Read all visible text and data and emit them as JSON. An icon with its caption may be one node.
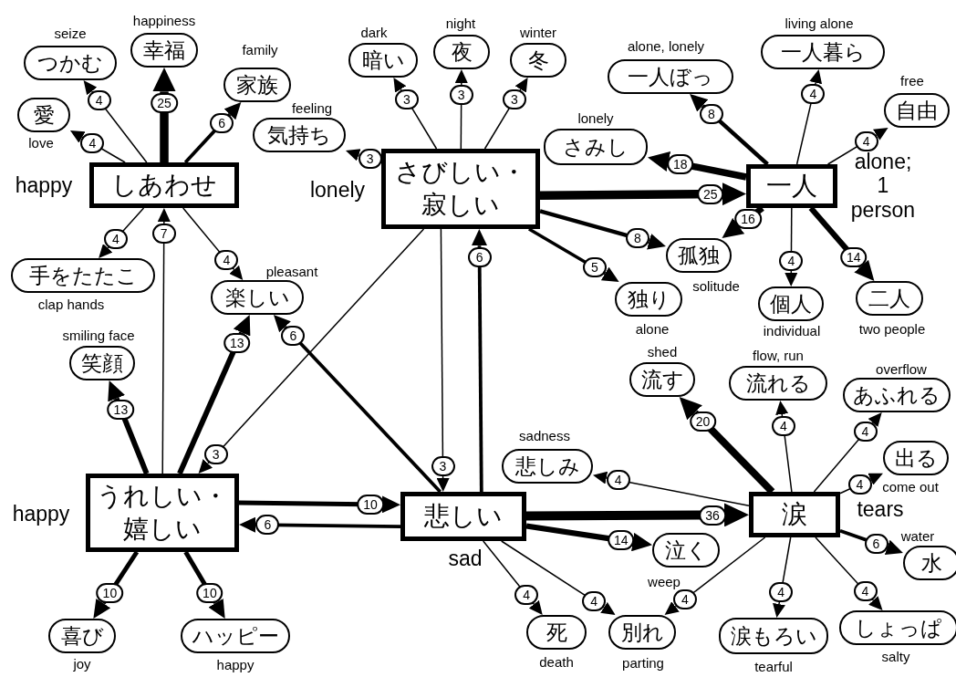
{
  "diagram": {
    "nodes": [
      {
        "text": [
          "しあわせ"
        ],
        "beside": [
          "happy"
        ]
      },
      {
        "text": [
          "愛"
        ],
        "beside": [
          "love"
        ]
      },
      {
        "text": [
          "つかむ"
        ],
        "beside": [
          "seize"
        ]
      },
      {
        "text": [
          "幸福"
        ],
        "beside": [
          "happiness"
        ]
      },
      {
        "text": [
          "家族"
        ],
        "beside": [
          "family"
        ]
      },
      {
        "text": [
          "手をたたこ"
        ],
        "beside": [
          "clap hands"
        ]
      },
      {
        "text": [
          "楽しい"
        ],
        "beside": [
          "pleasant"
        ]
      },
      {
        "text": [
          "笑顔"
        ],
        "beside": [
          "smiling face"
        ]
      },
      {
        "text": [
          "気持ち"
        ],
        "beside": [
          "feeling"
        ]
      },
      {
        "text": [
          "さびしい・寂しい"
        ],
        "beside": [
          "lonely"
        ]
      },
      {
        "text": [
          "暗い"
        ],
        "beside": [
          "dark"
        ]
      },
      {
        "text": [
          "夜"
        ],
        "beside": [
          "night"
        ]
      },
      {
        "text": [
          "冬"
        ],
        "beside": [
          "winter"
        ]
      },
      {
        "text": [
          "さみし"
        ],
        "beside": [
          "lonely"
        ]
      },
      {
        "text": [
          "一人ぼっ"
        ],
        "beside": [
          "alone, lonely"
        ]
      },
      {
        "text": [
          "一人暮ら"
        ],
        "beside": [
          "living alone"
        ]
      },
      {
        "text": [
          "自由"
        ],
        "beside": [
          "free"
        ]
      },
      {
        "text": [
          "一人"
        ],
        "beside": [
          "alone; 1 person"
        ]
      },
      {
        "text": [
          "孤独"
        ],
        "beside": [
          "solitude"
        ]
      },
      {
        "text": [
          "独り"
        ],
        "beside": [
          "alone"
        ]
      },
      {
        "text": [
          "個人"
        ],
        "beside": [
          "individual"
        ]
      },
      {
        "text": [
          "二人"
        ],
        "beside": [
          "two people"
        ]
      },
      {
        "text": [
          "うれしい・嬉しい"
        ],
        "beside": [
          "happy"
        ]
      },
      {
        "text": [
          "悲しい"
        ],
        "beside": [
          "sad"
        ]
      },
      {
        "text": [
          "涙"
        ],
        "beside": [
          "tears"
        ]
      },
      {
        "text": [
          "喜び"
        ],
        "beside": [
          "joy"
        ]
      },
      {
        "text": [
          "ハッピー"
        ],
        "beside": [
          "happy"
        ]
      },
      {
        "text": [
          "泣く"
        ],
        "beside": [
          "weep"
        ]
      },
      {
        "text": [
          "死"
        ],
        "beside": [
          "death"
        ]
      },
      {
        "text": [
          "別れ"
        ],
        "beside": [
          "parting"
        ]
      },
      {
        "text": [
          "涙もろい"
        ],
        "beside": [
          "tearful"
        ]
      },
      {
        "text": [
          "しょっぱ"
        ],
        "beside": [
          "salty"
        ]
      },
      {
        "text": [
          "悲しみ"
        ],
        "beside": [
          "sadness"
        ]
      },
      {
        "text": [
          "流す"
        ],
        "beside": [
          "shed"
        ]
      },
      {
        "text": [
          "流れる"
        ],
        "beside": [
          "flow, run"
        ]
      },
      {
        "text": [
          "あふれる"
        ],
        "beside": [
          "overflow"
        ]
      },
      {
        "text": [
          "出る"
        ],
        "beside": [
          "come out"
        ]
      },
      {
        "text": [
          "水"
        ],
        "beside": [
          "water"
        ]
      }
    ],
    "edges": [
      {
        "from": 0,
        "to": 1,
        "arrow": "to",
        "label": "4"
      },
      {
        "from": 0,
        "to": 2,
        "arrow": "to",
        "label": "4"
      },
      {
        "from": 0,
        "to": 3,
        "arrow": "to",
        "label": "25",
        "style": "thick"
      },
      {
        "from": 0,
        "to": 4,
        "arrow": "to",
        "label": "6",
        "style": "thick"
      },
      {
        "from": 0,
        "to": 5,
        "arrow": "to",
        "label": "4"
      },
      {
        "from": 0,
        "to": 6,
        "arrow": "to",
        "label": "4"
      },
      {
        "from": 22,
        "to": 0,
        "arrow": "to",
        "label": "7"
      },
      {
        "from": 22,
        "to": 6,
        "arrow": "to",
        "label": "13",
        "style": "thick"
      },
      {
        "from": 22,
        "to": 7,
        "arrow": "to",
        "label": "13",
        "style": "thick"
      },
      {
        "from": 22,
        "to": 25,
        "arrow": "to",
        "label": "10",
        "style": "thick"
      },
      {
        "from": 22,
        "to": 26,
        "arrow": "to",
        "label": "10",
        "style": "thick"
      },
      {
        "from": 22,
        "to": 23,
        "arrow": "to",
        "label": "10",
        "style": "thick"
      },
      {
        "from": 23,
        "to": 22,
        "arrow": "to",
        "label": "6",
        "style": "thick"
      },
      {
        "from": 9,
        "to": 22,
        "arrow": "to",
        "label": "3"
      },
      {
        "from": 23,
        "to": 6,
        "arrow": "to",
        "label": "6",
        "style": "thick"
      },
      {
        "from": 9,
        "to": 23,
        "arrow": "to",
        "label": "3"
      },
      {
        "from": 23,
        "to": 9,
        "arrow": "to",
        "label": "6",
        "style": "thick"
      },
      {
        "from": 9,
        "to": 8,
        "arrow": "to",
        "label": "3"
      },
      {
        "from": 9,
        "to": 10,
        "arrow": "to",
        "label": "3"
      },
      {
        "from": 9,
        "to": 11,
        "arrow": "to",
        "label": "3"
      },
      {
        "from": 9,
        "to": 12,
        "arrow": "to",
        "label": "3"
      },
      {
        "from": 9,
        "to": 17,
        "arrow": "to",
        "label": "25",
        "style": "thick"
      },
      {
        "from": 17,
        "to": 13,
        "arrow": "to",
        "label": "18",
        "style": "thick"
      },
      {
        "from": 9,
        "to": 18,
        "arrow": "to",
        "label": "8",
        "style": "thick"
      },
      {
        "from": 9,
        "to": 19,
        "arrow": "to",
        "label": "5",
        "style": "thick"
      },
      {
        "from": 17,
        "to": 18,
        "arrow": "to",
        "label": "16",
        "style": "thick"
      },
      {
        "from": 17,
        "to": 14,
        "arrow": "to",
        "label": "8",
        "style": "thick"
      },
      {
        "from": 17,
        "to": 15,
        "arrow": "to",
        "label": "4"
      },
      {
        "from": 17,
        "to": 16,
        "arrow": "to",
        "label": "4"
      },
      {
        "from": 17,
        "to": 20,
        "arrow": "to",
        "label": "4"
      },
      {
        "from": 17,
        "to": 21,
        "arrow": "to",
        "label": "14",
        "style": "thick"
      },
      {
        "from": 23,
        "to": 24,
        "arrow": "to",
        "label": "36",
        "style": "thick"
      },
      {
        "from": 23,
        "to": 27,
        "arrow": "to",
        "label": "14",
        "style": "thick"
      },
      {
        "from": 23,
        "to": 28,
        "arrow": "to",
        "label": "4"
      },
      {
        "from": 23,
        "to": 29,
        "arrow": "to",
        "label": "4"
      },
      {
        "from": 24,
        "to": 29,
        "arrow": "to",
        "label": "4"
      },
      {
        "from": 24,
        "to": 32,
        "arrow": "to",
        "label": "4"
      },
      {
        "from": 24,
        "to": 33,
        "arrow": "to",
        "label": "20",
        "style": "thick"
      },
      {
        "from": 24,
        "to": 34,
        "arrow": "to",
        "label": "4"
      },
      {
        "from": 24,
        "to": 35,
        "arrow": "to",
        "label": "4"
      },
      {
        "from": 24,
        "to": 36,
        "arrow": "to",
        "label": "4"
      },
      {
        "from": 24,
        "to": 37,
        "arrow": "to",
        "label": "6",
        "style": "thick"
      },
      {
        "from": 24,
        "to": 31,
        "arrow": "to",
        "label": "4"
      },
      {
        "from": 24,
        "to": 30,
        "arrow": "to",
        "label": "4"
      }
    ]
  }
}
